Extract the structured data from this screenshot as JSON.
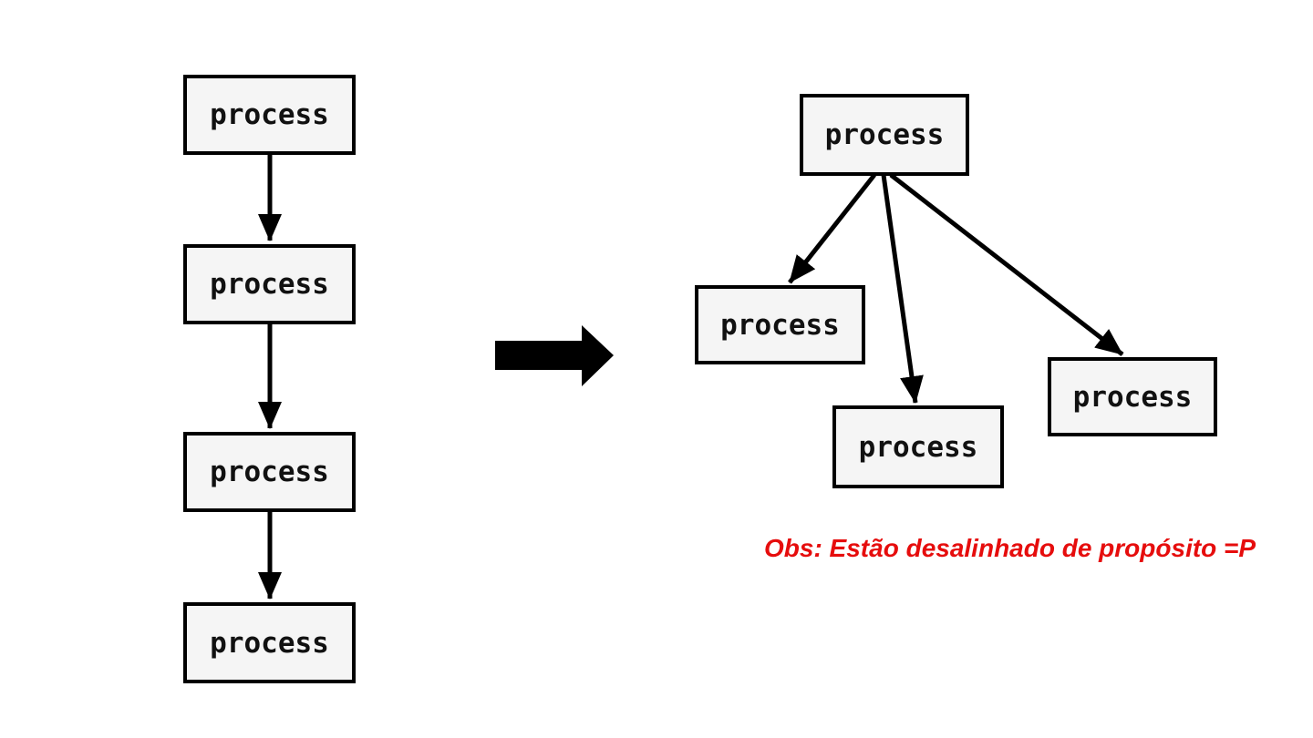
{
  "diagram": {
    "colors": {
      "background": "#ffffff",
      "box_fill": "#f5f5f5",
      "box_border": "#000000",
      "arrow": "#000000",
      "note_text": "#e60d0d"
    },
    "left_chain": {
      "nodes": [
        {
          "label": "process"
        },
        {
          "label": "process"
        },
        {
          "label": "process"
        },
        {
          "label": "process"
        }
      ]
    },
    "transform_arrow": {
      "icon": "big-right-arrow"
    },
    "right_tree": {
      "root": {
        "label": "process"
      },
      "children": [
        {
          "label": "process"
        },
        {
          "label": "process"
        },
        {
          "label": "process"
        }
      ]
    },
    "note": {
      "text": "Obs: Estão desalinhado de propósito =P"
    }
  }
}
